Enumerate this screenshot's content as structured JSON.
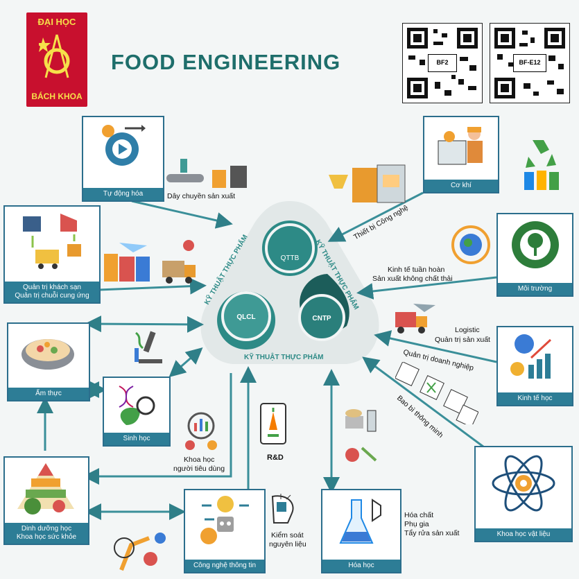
{
  "header": {
    "logo_top": "ĐẠI HỌC",
    "logo_bottom": "BÁCH KHOA",
    "title": "FOOD ENGINEERING",
    "qr1": "BF2",
    "qr2": "BF-E12"
  },
  "center": {
    "circle_top": "QTTB",
    "circle_left": "QLCL",
    "circle_right": "CNTP",
    "side_left": "KỸ THUẬT THỰC PHẨM",
    "side_right": "KỸ THUẬT THỰC PHẨM",
    "side_bottom": "KỸ THUẬT THỰC PHẨM"
  },
  "boxes": {
    "tu_dong_hoa": "Tự động hóa",
    "co_khi": "Cơ khí",
    "quan_tri_kh": "Quản trị khách sạn\nQuản trị chuỗi cung ứng",
    "moi_truong": "Môi trường",
    "am_thuc": "Ẩm thực",
    "kinh_te_hoc": "Kinh tế học",
    "sinh_hoc": "Sinh học",
    "khoa_hoc_vat_lieu": "Khoa học vật liệu",
    "dinh_duong": "Dinh dưỡng học\nKhoa học sức khỏe",
    "cntt": "Công nghệ thông tin",
    "hoa_hoc": "Hóa học"
  },
  "labels": {
    "day_chuyen": "Dây chuyền sản xuất",
    "thiet_bi": "Thiết bị Công nghệ",
    "kinh_te_tuan_hoan": "Kinh tế tuần hoàn",
    "sx_khong_chat_thai": "Sản xuất không chất thải",
    "logistic": "Logistic",
    "quan_tri_sx": "Quản trị sản xuất",
    "quan_tri_dn": "Quản trị doanh nghiệp",
    "bao_bi": "Bao bì thông minh",
    "khoa_hoc_ntd_1": "Khoa học",
    "khoa_hoc_ntd_2": "người tiêu dùng",
    "rd": "R&D",
    "kiem_soat_1": "Kiểm soát",
    "kiem_soat_2": "nguyên liệu",
    "hoa_chat": "Hóa chất",
    "phu_gia": "Phụ gia",
    "tay_rua": "Tẩy rửa sản xuất"
  },
  "colors": {
    "teal_dark": "#1e6e6b",
    "teal": "#2d8a86",
    "box_label": "#2d7d96",
    "arrow": "#3a8f99"
  }
}
